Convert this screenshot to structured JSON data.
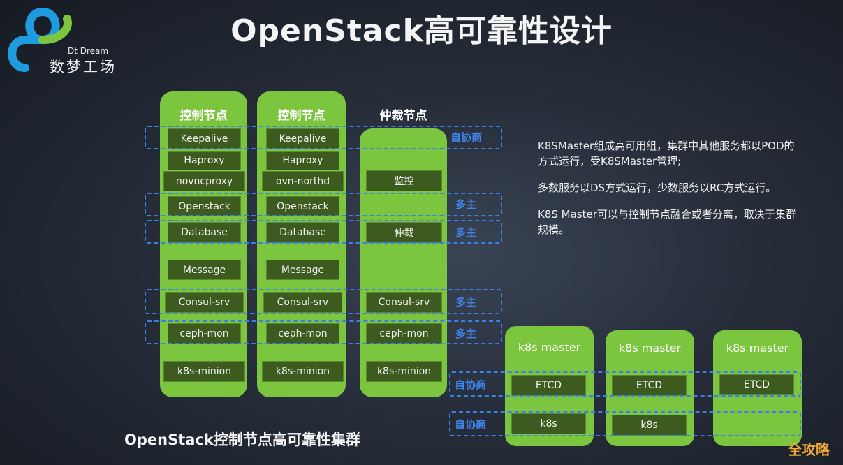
{
  "title": "OpenStack高可靠性设计",
  "logo": {
    "en": "Dt Dream",
    "cn": "数梦工场"
  },
  "columns": [
    {
      "title": "控制节点",
      "items": [
        "Keepalive",
        "Haproxy",
        "novncproxy",
        "Openstack",
        "Database",
        "Message",
        "Consul-srv",
        "ceph-mon",
        "k8s-minion"
      ]
    },
    {
      "title": "控制节点",
      "items": [
        "Keepalive",
        "Haproxy",
        "ovn-northd",
        "Openstack",
        "Database",
        "Message",
        "Consul-srv",
        "ceph-mon",
        "k8s-minion"
      ]
    },
    {
      "title": "仲裁节点",
      "items": [
        "监控",
        "仲裁",
        "Consul-srv",
        "ceph-mon",
        "k8s-minion"
      ]
    }
  ],
  "group_labels": {
    "keepalive": "自协商",
    "openstack": "多主",
    "database": "多主",
    "consul": "多主",
    "ceph": "多主",
    "etcd": "自协商",
    "k8s": "自协商"
  },
  "k8s_masters": [
    {
      "title": "k8s master",
      "etcd": "ETCD",
      "k8s": "k8s"
    },
    {
      "title": "k8s master",
      "etcd": "ETCD",
      "k8s": "k8s"
    },
    {
      "title": "k8s master",
      "etcd": "ETCD"
    }
  ],
  "side_text": [
    "K8SMaster组成高可用组，集群中其他服务都以POD的方式运行，受K8SMaster管理;",
    "多数服务以DS方式运行，少数服务以RC方式运行。",
    "K8S Master可以与控制节点融合或者分离，取决于集群规模。"
  ],
  "caption": "OpenStack控制节点高可靠性集群",
  "watermark": "全攻略",
  "colors": {
    "node_green": "#7cc63f",
    "box_dark": "#3d5a1f",
    "dash_blue": "#3a7fe8"
  }
}
